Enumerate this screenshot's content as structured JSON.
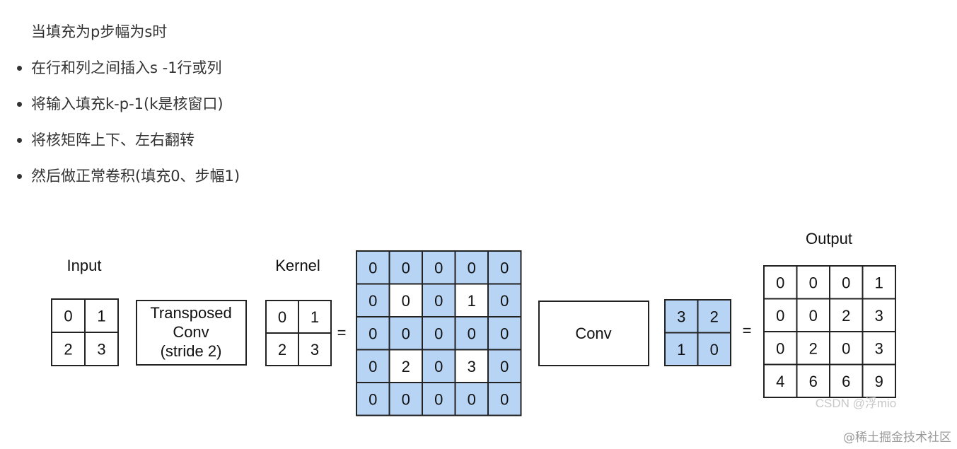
{
  "notes": {
    "intro": "当填充为p步幅为s时",
    "bullets": [
      "在行和列之间插入s -1行或列",
      "将输入填充k-p-1(k是核窗口)",
      "将核矩阵上下、左右翻转",
      "然后做正常卷积(填充0、步幅1)"
    ]
  },
  "diagram": {
    "input": {
      "label": "Input",
      "values": [
        [
          "0",
          "1"
        ],
        [
          "2",
          "3"
        ]
      ]
    },
    "transposed_box": {
      "lines": [
        "Transposed",
        "Conv",
        "(stride 2)"
      ]
    },
    "kernel": {
      "label": "Kernel",
      "values": [
        [
          "0",
          "1"
        ],
        [
          "2",
          "3"
        ]
      ]
    },
    "equals": "=",
    "padded": {
      "values": [
        [
          "0",
          "0",
          "0",
          "0",
          "0"
        ],
        [
          "0",
          "0",
          "0",
          "1",
          "0"
        ],
        [
          "0",
          "0",
          "0",
          "0",
          "0"
        ],
        [
          "0",
          "2",
          "0",
          "3",
          "0"
        ],
        [
          "0",
          "0",
          "0",
          "0",
          "0"
        ]
      ],
      "highlight_white": [
        [
          1,
          1
        ],
        [
          1,
          3
        ],
        [
          3,
          1
        ],
        [
          3,
          3
        ]
      ]
    },
    "conv_box": {
      "label": "Conv"
    },
    "flipped_kernel": {
      "values": [
        [
          "3",
          "2"
        ],
        [
          "1",
          "0"
        ]
      ]
    },
    "output": {
      "label": "Output",
      "values": [
        [
          "0",
          "0",
          "0",
          "1"
        ],
        [
          "0",
          "0",
          "2",
          "3"
        ],
        [
          "0",
          "2",
          "0",
          "3"
        ],
        [
          "4",
          "6",
          "6",
          "9"
        ]
      ]
    },
    "watermark": "CSDN @浮mio",
    "colors": {
      "cell_blue": "#b8d4f5",
      "border": "#222222",
      "text": "#111111",
      "watermark": "#c8c8c8"
    }
  },
  "credit": "@稀土掘金技术社区"
}
